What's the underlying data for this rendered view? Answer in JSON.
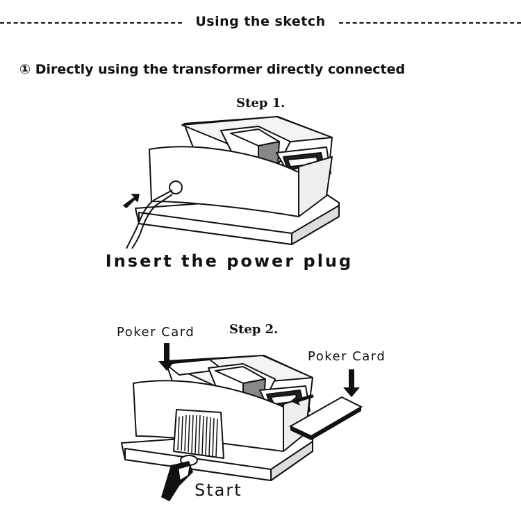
{
  "header": {
    "title": "Using the sketch"
  },
  "section": {
    "heading": "① Directly using the transformer directly connected"
  },
  "step1": {
    "label": "Step 1.",
    "caption": "Insert the power plug"
  },
  "step2": {
    "label": "Step 2.",
    "left_card_label": "Poker Card",
    "right_card_label": "Poker Card",
    "start_label": "Start"
  },
  "icons": [
    "arrow-icon",
    "power-plug-icon",
    "start-button-icon",
    "hand-icon"
  ]
}
